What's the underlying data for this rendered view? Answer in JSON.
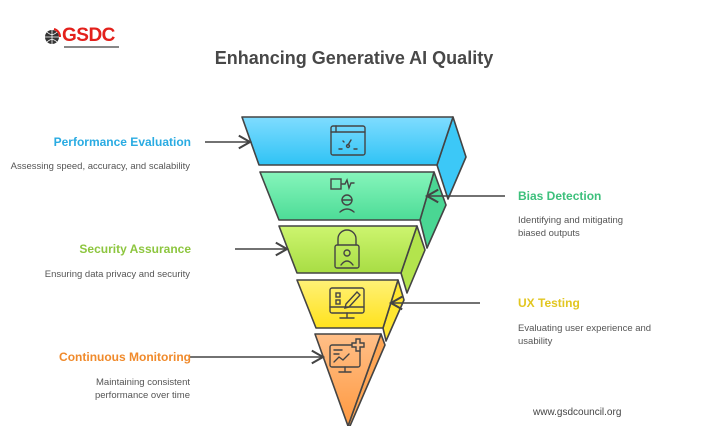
{
  "header": {
    "logo_text": "GSDC",
    "title": "Enhancing Generative AI Quality"
  },
  "layers": [
    {
      "label": "Performance Evaluation",
      "description": "Assessing speed, accuracy, and scalability",
      "color": "#29ABE2",
      "icon": "speed-dashboard-icon"
    },
    {
      "label": "Bias Detection",
      "description": "Identifying and mitigating biased outputs",
      "color": "#3DC07C",
      "icon": "bias-face-signal-icon"
    },
    {
      "label": "Security Assurance",
      "description": "Ensuring data privacy and security",
      "color": "#8DC63F",
      "icon": "user-lock-icon"
    },
    {
      "label": "UX Testing",
      "description": "Evaluating user experience and usability",
      "color": "#E2C620",
      "icon": "monitor-edit-icon"
    },
    {
      "label": "Continuous Monitoring",
      "description": "Maintaining consistent performance over time",
      "color": "#F08A2B",
      "icon": "monitor-chart-icon"
    }
  ],
  "footer": {
    "website": "www.gsdcouncil.org"
  }
}
